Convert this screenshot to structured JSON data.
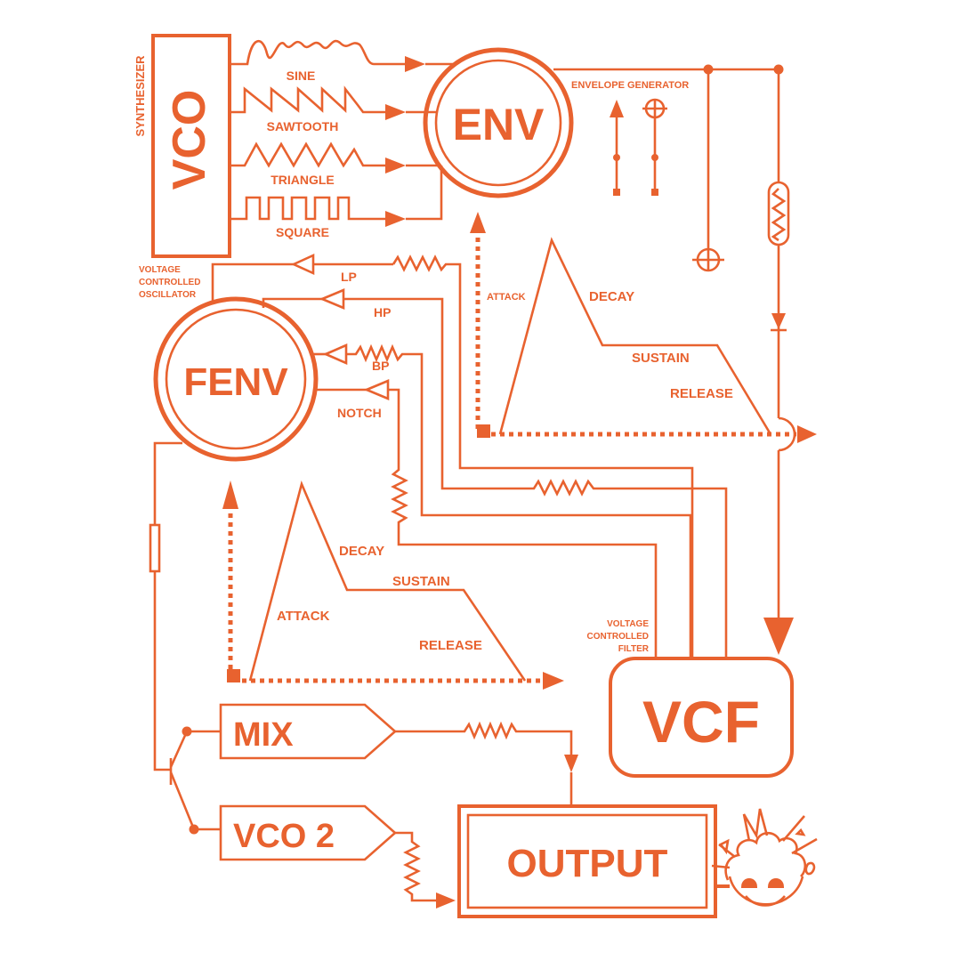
{
  "diagram": {
    "accent_color": "#e8622f",
    "background_color": "#ffffff",
    "blocks": {
      "vco": {
        "label": "VCO",
        "side_label": "SYNTHESIZER",
        "caption": [
          "VOLTAGE",
          "CONTROLLED",
          "OSCILLATOR"
        ]
      },
      "env": {
        "label": "ENV",
        "caption": "ENVELOPE GENERATOR"
      },
      "fenv": {
        "label": "FENV"
      },
      "vcf": {
        "label": "VCF",
        "caption": [
          "VOLTAGE",
          "CONTROLLED",
          "FILTER"
        ]
      },
      "mix": {
        "label": "MIX"
      },
      "vco2": {
        "label": "VCO 2"
      },
      "output": {
        "label": "OUTPUT"
      }
    },
    "waveforms": [
      {
        "label": "SINE",
        "icon": "sine-wave-icon"
      },
      {
        "label": "SAWTOOTH",
        "icon": "sawtooth-wave-icon"
      },
      {
        "label": "TRIANGLE",
        "icon": "triangle-wave-icon"
      },
      {
        "label": "SQUARE",
        "icon": "square-wave-icon"
      }
    ],
    "filters": [
      {
        "label": "LP"
      },
      {
        "label": "HP"
      },
      {
        "label": "BP"
      },
      {
        "label": "NOTCH"
      }
    ],
    "env_adsr": {
      "attack": "ATTACK",
      "decay": "DECAY",
      "sustain": "SUSTAIN",
      "release": "RELEASE"
    },
    "fenv_adsr": {
      "attack": "ATTACK",
      "decay": "DECAY",
      "sustain": "SUSTAIN",
      "release": "RELEASE"
    },
    "decoration": {
      "icon": "exploding-head-icon"
    }
  }
}
